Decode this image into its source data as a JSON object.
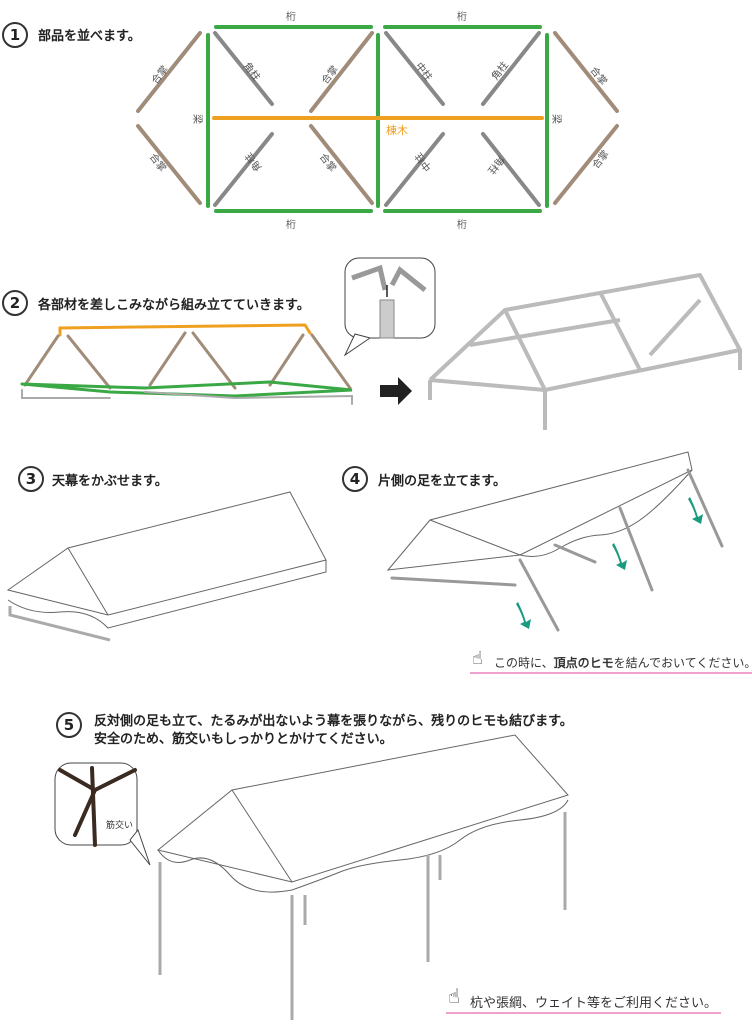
{
  "steps": [
    {
      "number": "1",
      "text": "部品を並べます。"
    },
    {
      "number": "2",
      "text": "各部材を差しこみながら組み立てていきます。"
    },
    {
      "number": "3",
      "text": "天幕をかぶせます。"
    },
    {
      "number": "4",
      "text": "片側の足を立てます。"
    },
    {
      "number": "5",
      "line1": "反対側の足も立て、たるみが出ないよう幕を張りながら、残りのヒモも結びます。",
      "line2": "安全のため、筋交いもしっかりとかけてください。"
    }
  ],
  "parts": {
    "keta": "桁",
    "hari": "梁",
    "munagi": "棟木",
    "gassho": "合掌",
    "kakubashira": "角柱",
    "nakabashira": "中柱"
  },
  "inset_label": "筋交い",
  "note4": {
    "pre": "この時に、",
    "bold": "頂点のヒモ",
    "post": "を結んでおいてください。"
  },
  "note5": "杭や張綱、ウェイト等をご利用ください。",
  "colors": {
    "keta": "#3aa845",
    "munagi": "#f0a020",
    "gassho": "#a08c78",
    "post": "#888888",
    "note_underline": "#f0a0cc"
  }
}
